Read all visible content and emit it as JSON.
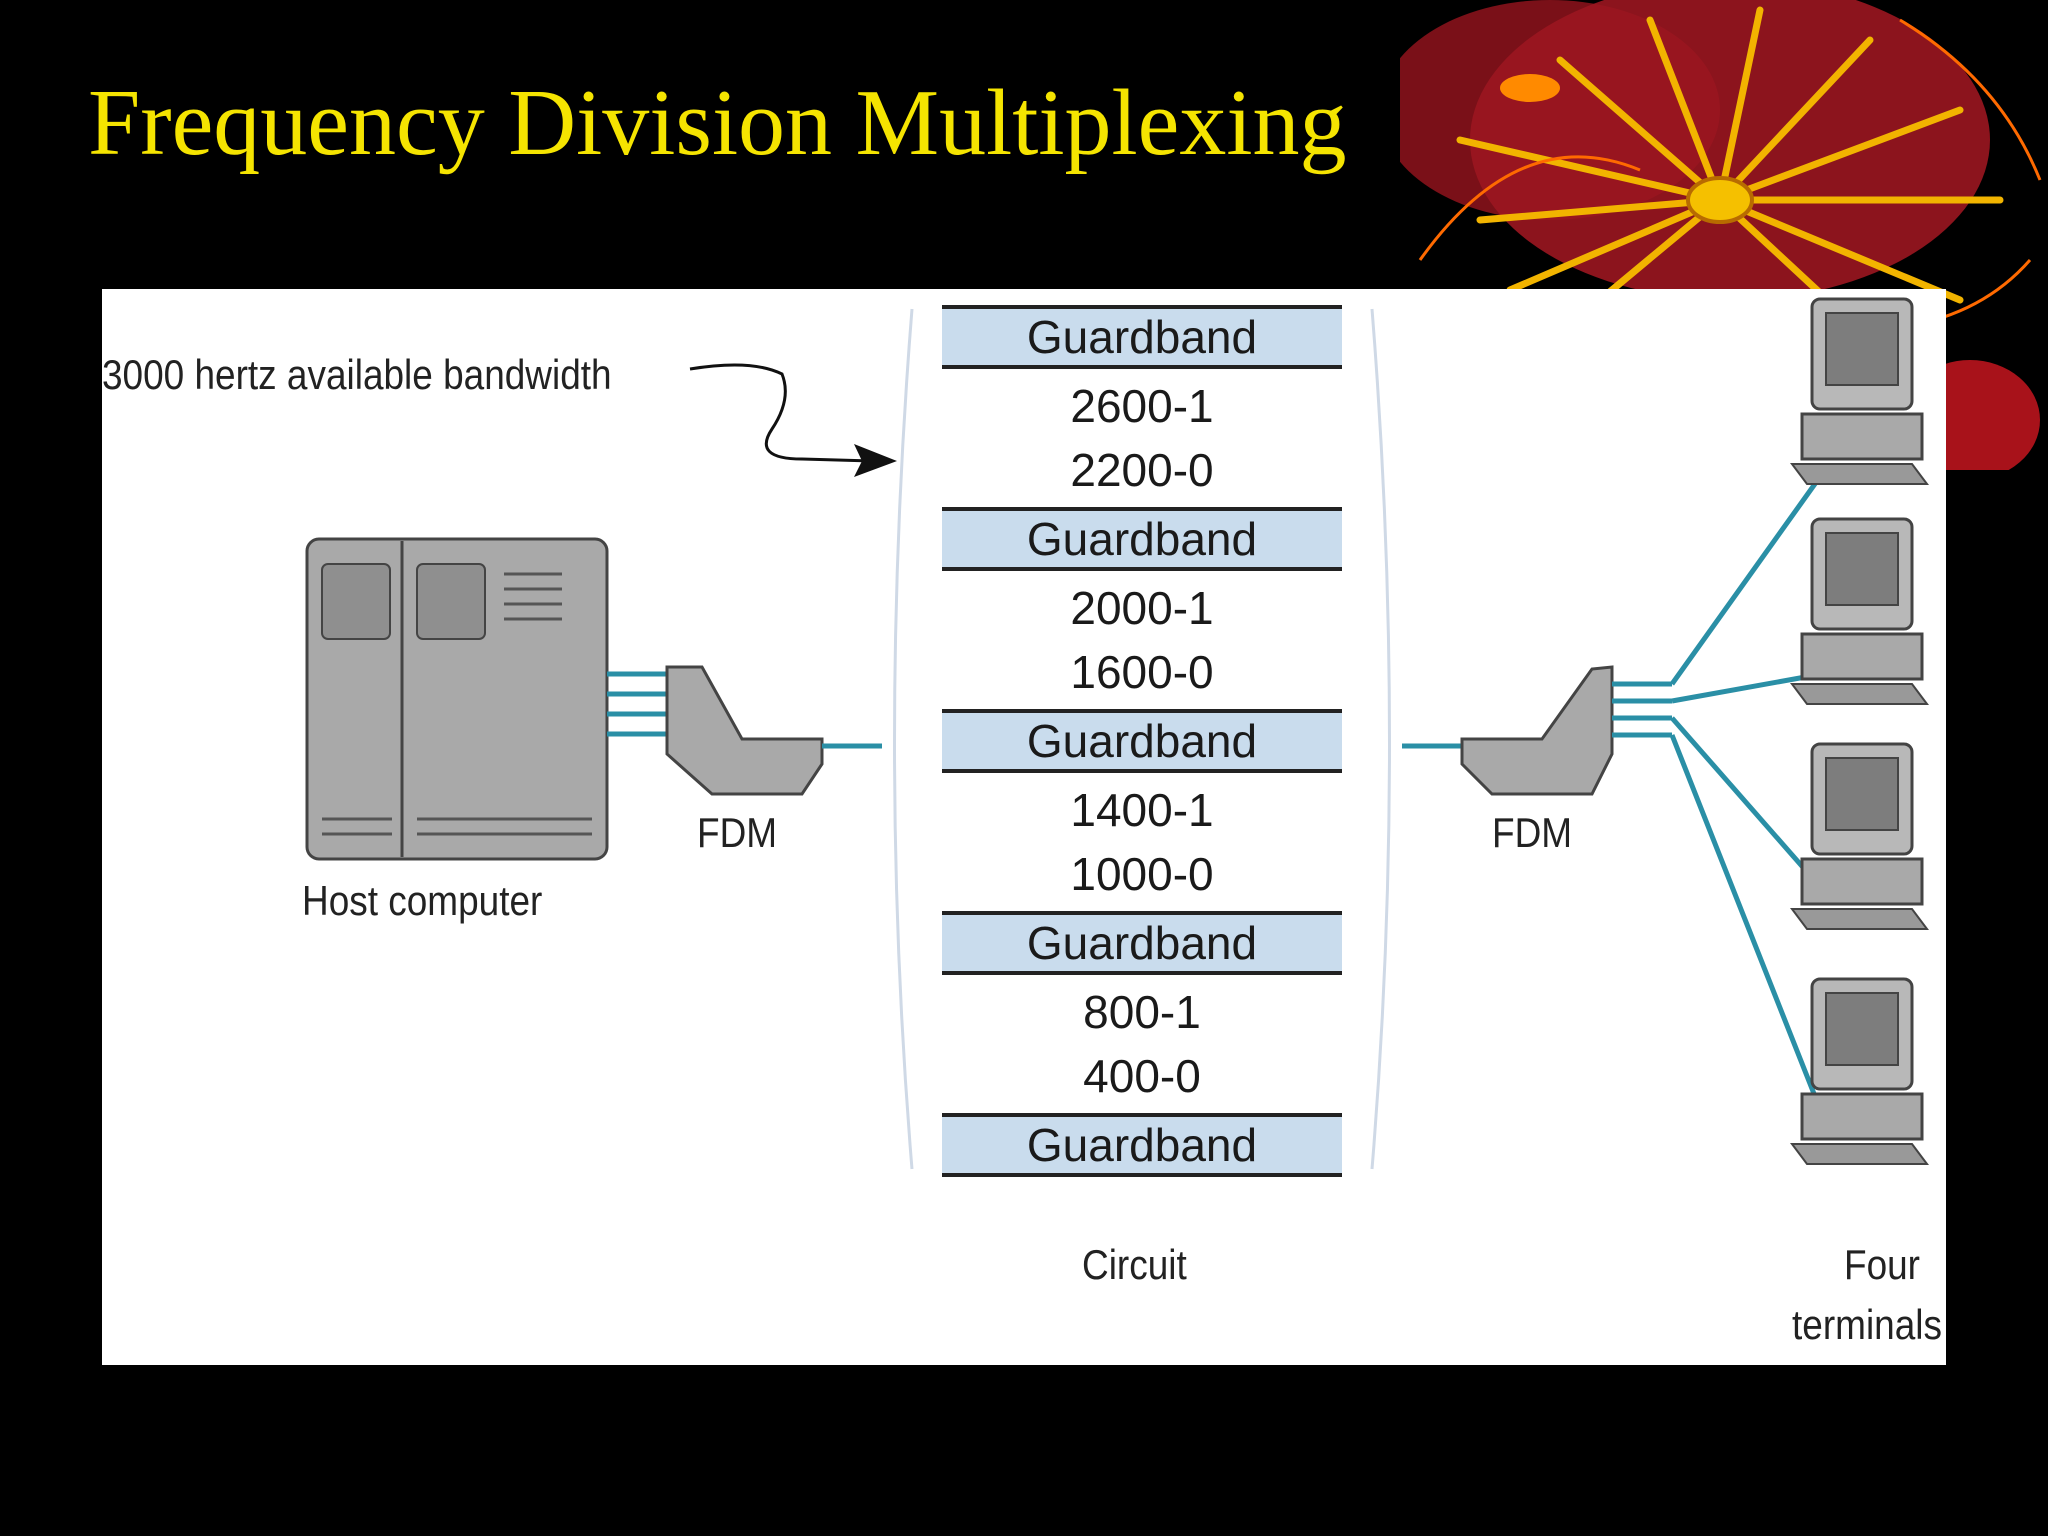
{
  "slide": {
    "title": "Frequency Division Multiplexing"
  },
  "diagram": {
    "bandwidth_label": "3000 hertz available bandwidth",
    "host_label": "Host computer",
    "fdm_left_label": "FDM",
    "fdm_right_label": "FDM",
    "circuit_label": "Circuit",
    "terminals_label_line1": "Four",
    "terminals_label_line2": "terminals",
    "guardband_label": "Guardband",
    "channels": [
      {
        "high": "2600-1",
        "low": "2200-0"
      },
      {
        "high": "2000-1",
        "low": "1600-0"
      },
      {
        "high": "1400-1",
        "low": "1000-0"
      },
      {
        "high": "800-1",
        "low": "400-0"
      }
    ]
  },
  "colors": {
    "title": "#f5e400",
    "background": "#000000",
    "guardband_fill": "#c9dced",
    "line": "#2a8fa6"
  }
}
